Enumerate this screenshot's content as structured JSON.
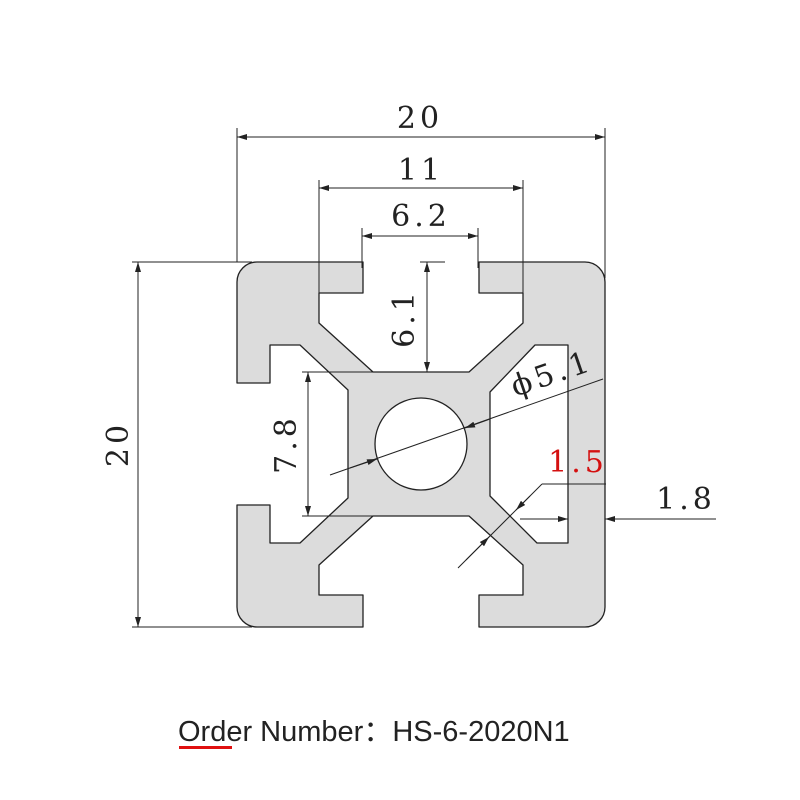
{
  "drawing": {
    "title": "2020 aluminum profile cross-section",
    "dimensions": {
      "overall_width": "20",
      "slot_outer_width": "11",
      "slot_opening": "6.2",
      "slot_depth": "6.1",
      "overall_height": "20",
      "center_height": "7.8",
      "center_bore": "ϕ5.1",
      "web_thickness": "1.5",
      "wall_thickness": "1.8"
    },
    "colors": {
      "profile_fill": "#dcdcdc",
      "line": "#222222",
      "highlight": "#d41010"
    }
  },
  "caption": {
    "label": "Order Number：",
    "value": "HS-6-2020N1"
  }
}
